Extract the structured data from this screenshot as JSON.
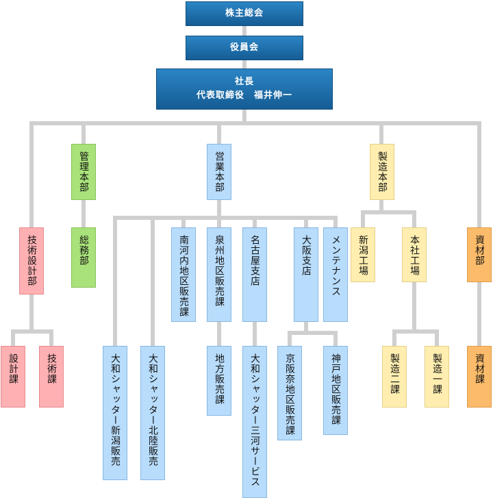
{
  "colors": {
    "connector": "#cfcfcf",
    "top_fill": "#1f6fad",
    "management": "#a9e27a",
    "manufacturing": "#ffeeb0",
    "engineering": "#ffb0b3",
    "sales": "#b8dcfb",
    "materials": "#fbbb6a"
  },
  "org": {
    "shareholders": "株主総会",
    "board": "役員会",
    "president_title": "社長",
    "president_name": "代表取締役　福井伸一",
    "kanri": "管理本部",
    "eigyo": "営業本部",
    "seizo": "製造本部",
    "gijutsu": "技術設計部",
    "somu": "総務部",
    "minamikawachi": "南河内地区販売課",
    "izumi": "泉州地区販売課",
    "nagoya": "名古屋支店",
    "osaka": "大阪支店",
    "maintenance": "メンテナンス",
    "niigata_factory": "新潟工場",
    "honsha_factory": "本社工場",
    "shizai": "資材部",
    "sekkei_ka": "設計課",
    "gijutsu_ka": "技術課",
    "yamato_niigata": "大和シャッター新潟販売",
    "yamato_hokuriku": "大和シャッター北陸販売",
    "chiho_hanbai": "地方販売課",
    "yamato_mikawa": "大和シャッター三河サービス",
    "keihan_nara": "京阪奈地区販売課",
    "kobe": "神戸地区販売課",
    "seizo2": "製造二課",
    "seizo1": "製造一課",
    "shizai_ka": "資材課"
  }
}
